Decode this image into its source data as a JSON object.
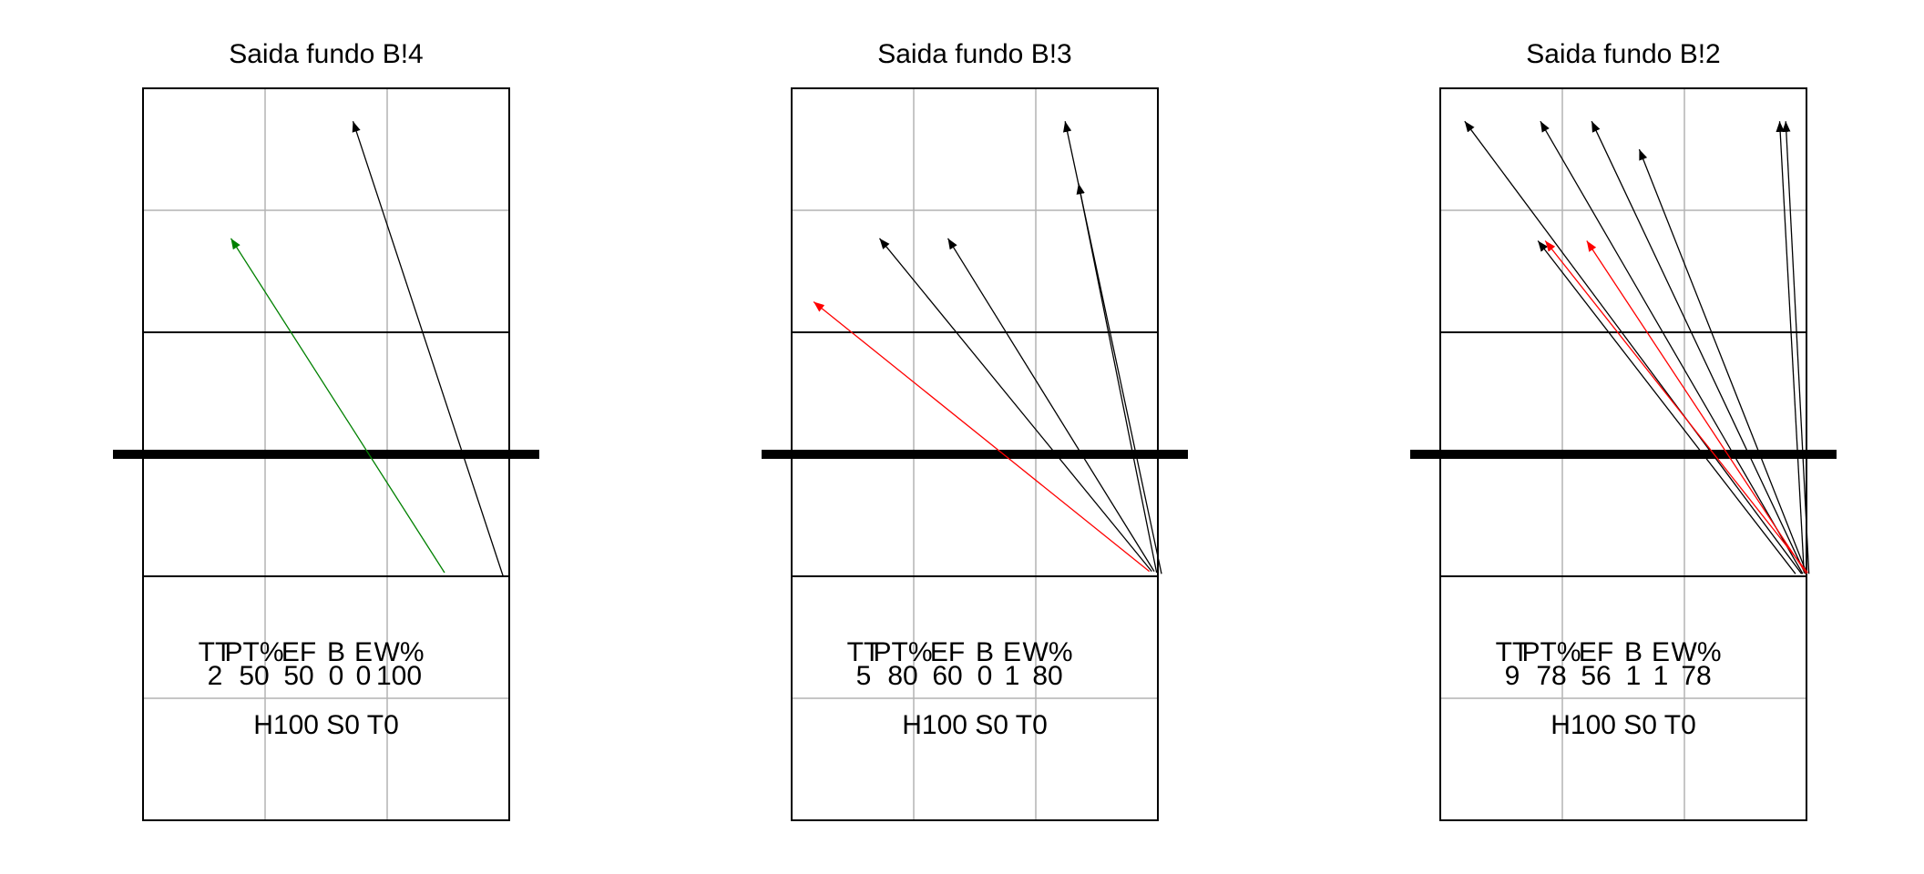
{
  "colors": {
    "background": "#ffffff",
    "border": "#000000",
    "grid": "#b3b3b3",
    "net": "#000000",
    "arrow_default": "#000000",
    "arrow_green": "#008000",
    "arrow_red": "#ff0000"
  },
  "panels": [
    {
      "title": "Saida fundo B!4",
      "stats_header": [
        "TT",
        "PT%",
        "EF",
        "B",
        "E",
        "W%"
      ],
      "stats_values": [
        "2",
        "50",
        "50",
        "0",
        "0",
        "100"
      ],
      "zone_label": "H100 S0 T0",
      "arrows": [
        {
          "color": "black",
          "from": [
            2.95,
            4.0
          ],
          "to": [
            1.72,
            0.27
          ]
        },
        {
          "color": "green",
          "from": [
            2.47,
            3.97
          ],
          "to": [
            0.72,
            1.23
          ]
        }
      ]
    },
    {
      "title": "Saida fundo B!3",
      "stats_header": [
        "TT",
        "PT%",
        "EF",
        "B",
        "E",
        "W%"
      ],
      "stats_values": [
        "5",
        "80",
        "60",
        "0",
        "1",
        "80"
      ],
      "zone_label": "H100 S0 T0",
      "arrows": [
        {
          "color": "black",
          "from": [
            3.03,
            3.98
          ],
          "to": [
            2.24,
            0.27
          ]
        },
        {
          "color": "black",
          "from": [
            2.99,
            3.97
          ],
          "to": [
            2.35,
            0.78
          ]
        },
        {
          "color": "black",
          "from": [
            2.97,
            3.96
          ],
          "to": [
            1.28,
            1.23
          ]
        },
        {
          "color": "black",
          "from": [
            2.95,
            3.96
          ],
          "to": [
            0.72,
            1.23
          ]
        },
        {
          "color": "red",
          "from": [
            2.93,
            3.96
          ],
          "to": [
            0.18,
            1.75
          ]
        }
      ]
    },
    {
      "title": "Saida fundo B!2",
      "stats_header": [
        "TT",
        "PT%",
        "EF",
        "B",
        "E",
        "W%"
      ],
      "stats_values": [
        "9",
        "78",
        "56",
        "1",
        "1",
        "78"
      ],
      "zone_label": "H100 S0 T0",
      "arrows": [
        {
          "color": "black",
          "from": [
            2.96,
            3.98
          ],
          "to": [
            0.2,
            0.27
          ]
        },
        {
          "color": "black",
          "from": [
            2.97,
            3.98
          ],
          "to": [
            0.82,
            0.27
          ]
        },
        {
          "color": "black",
          "from": [
            2.99,
            3.98
          ],
          "to": [
            1.24,
            0.27
          ]
        },
        {
          "color": "black",
          "from": [
            3.0,
            3.97
          ],
          "to": [
            1.63,
            0.5
          ]
        },
        {
          "color": "black",
          "from": [
            2.98,
            3.97
          ],
          "to": [
            2.78,
            0.27
          ]
        },
        {
          "color": "black",
          "from": [
            3.02,
            3.98
          ],
          "to": [
            2.83,
            0.27
          ]
        },
        {
          "color": "black",
          "from": [
            2.91,
            3.98
          ],
          "to": [
            0.8,
            1.25
          ]
        },
        {
          "color": "red",
          "from": [
            3.01,
            3.97
          ],
          "to": [
            0.86,
            1.25
          ]
        },
        {
          "color": "red",
          "from": [
            3.0,
            3.98
          ],
          "to": [
            1.2,
            1.25
          ]
        }
      ]
    }
  ]
}
